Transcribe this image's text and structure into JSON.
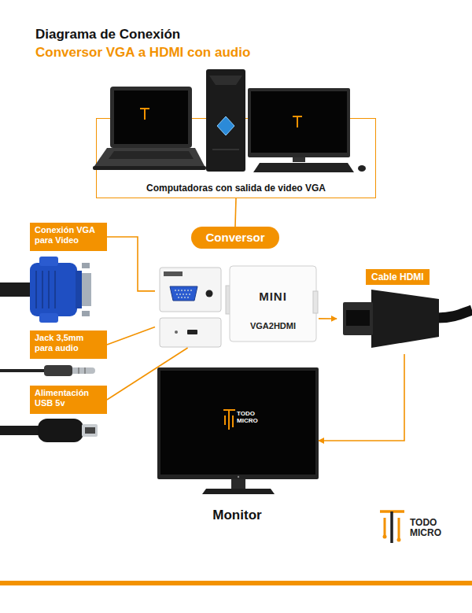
{
  "diagram": {
    "title": "Diagrama de Conexión",
    "nodes": [
      {
        "text": [
          "Computadoras con salida de video VGA"
        ]
      },
      {
        "text": [
          "Conversor"
        ]
      },
      {
        "text": [
          "MINI",
          "VGA2HDMI"
        ]
      },
      {
        "text": [
          "Conexión VGA para Video"
        ]
      },
      {
        "text": [
          "Jack 3,5mm para audio"
        ]
      },
      {
        "text": [
          "Alimentación USB 5v"
        ]
      },
      {
        "text": [
          "Cable HDMI"
        ]
      },
      {
        "text": [
          "Monitor"
        ]
      }
    ],
    "edges": [
      {
        "from": 0,
        "to": 1,
        "arrow": "none"
      },
      {
        "from": 3,
        "to": 2,
        "arrow": "none"
      },
      {
        "from": 4,
        "to": 2,
        "arrow": "none"
      },
      {
        "from": 5,
        "to": 2,
        "arrow": "none"
      },
      {
        "from": 2,
        "to": 6,
        "arrow": "to"
      },
      {
        "from": 6,
        "to": 7,
        "arrow": "to"
      }
    ],
    "labels": [
      "Conversor VGA a HDMI con audio",
      "TODO MICRO",
      "TODO MICRO"
    ]
  }
}
